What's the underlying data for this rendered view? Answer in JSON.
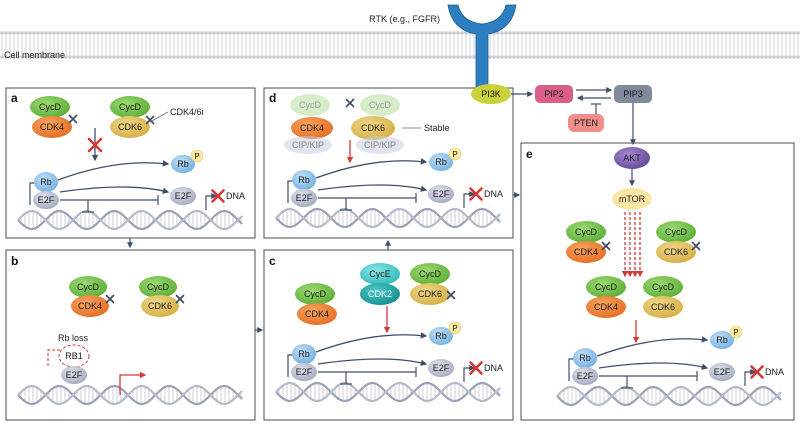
{
  "header": {
    "rtk_label": "RTK (e.g., FGFR)",
    "membrane_label": "Cell membrane"
  },
  "pathway": {
    "pi3k": "PI3K",
    "pip2": "PIP2",
    "pip3": "PIP3",
    "pten": "PTEN",
    "akt": "AKT",
    "mtor": "mTOR"
  },
  "proteins": {
    "cycd": "CycD",
    "cyce": "CycE",
    "cdk4": "CDK4",
    "cdk6": "CDK6",
    "cdk2": "CDK2",
    "rb": "Rb",
    "p": "P",
    "e2f": "E2F",
    "cip_kip": "CIP/KIP",
    "rb1": "RB1",
    "dna": "DNA"
  },
  "panels": {
    "a": {
      "letter": "a",
      "inhibitor_label": "CDK4/6i"
    },
    "b": {
      "letter": "b",
      "rb_loss_label": "Rb loss"
    },
    "c": {
      "letter": "c"
    },
    "d": {
      "letter": "d",
      "stable_label": "Stable"
    },
    "e": {
      "letter": "e"
    }
  },
  "colors": {
    "cycd": "#6cbf45",
    "cdk4": "#ef7d2e",
    "cdk6": "#e3c25a",
    "cyce": "#3fc6c6",
    "cdk2": "#19a4a4",
    "rb": "#8fc3ea",
    "e2f": "#b8bdd0",
    "p_bubble": "#fbeaa0",
    "pi3k": "#c9d23b",
    "pip2": "#d95f8a",
    "pip3": "#7f8a9b",
    "pten": "#f08f8a",
    "akt": "#7a5aa8",
    "mtor": "#fbe6a6",
    "receptor": "#2d7fc0",
    "arrow": "#3e4f6a",
    "block": "#d23a36"
  }
}
